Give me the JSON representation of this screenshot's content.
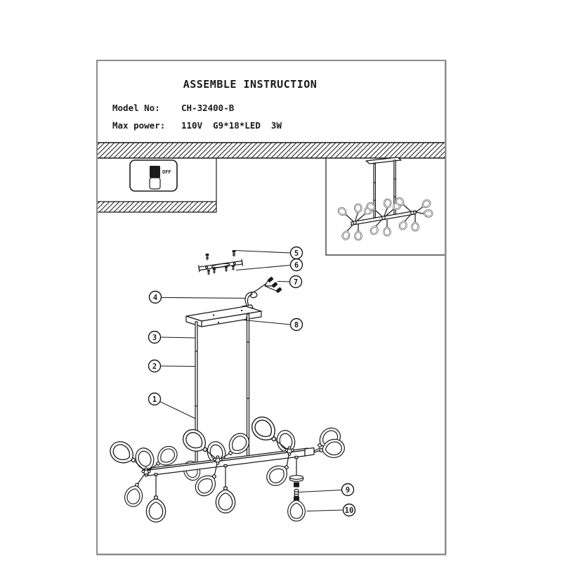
{
  "header": {
    "title": "ASSEMBLE INSTRUCTION",
    "fields": [
      {
        "label": "Model No:",
        "value": "CH-32400-B"
      },
      {
        "label": "Max power:",
        "value": "110V  G9*18*LED  3W"
      }
    ]
  },
  "wall_switch": {
    "label": "OFF"
  },
  "callouts": [
    "1",
    "2",
    "3",
    "4",
    "5",
    "6",
    "7",
    "8",
    "9",
    "10"
  ],
  "colors": {
    "ink": "#1a1a1a",
    "page_border": "#8c8c8c",
    "paper": "#ffffff"
  }
}
